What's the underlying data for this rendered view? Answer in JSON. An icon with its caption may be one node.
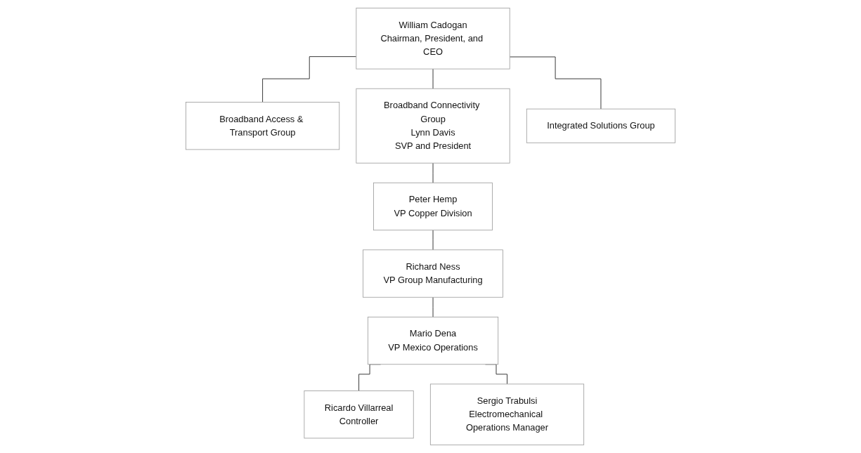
{
  "diagram": {
    "nodes": [
      {
        "text": [
          "William Cadogan",
          "Chairman, President, and CEO"
        ]
      },
      {
        "text": [
          "Broadband Access & Transport Group"
        ]
      },
      {
        "text": [
          "Broadband Connectivity Group",
          "Lynn Davis",
          "SVP and President"
        ]
      },
      {
        "text": [
          "Integrated Solutions Group"
        ]
      },
      {
        "text": [
          "Peter Hemp",
          "VP Copper Division"
        ]
      },
      {
        "text": [
          "Richard Ness",
          "VP Group Manufacturing"
        ]
      },
      {
        "text": [
          "Mario Dena",
          "VP Mexico Operations"
        ]
      },
      {
        "text": [
          "Ricardo Villarreal",
          "Controller"
        ]
      },
      {
        "text": [
          "Sergio Trabulsi",
          "Electromechanical Operations Manager"
        ]
      }
    ],
    "edges": [
      {
        "from": 0,
        "to": 1,
        "arrow": "none"
      },
      {
        "from": 0,
        "to": 2,
        "arrow": "none"
      },
      {
        "from": 0,
        "to": 3,
        "arrow": "none"
      },
      {
        "from": 2,
        "to": 4,
        "arrow": "none"
      },
      {
        "from": 4,
        "to": 5,
        "arrow": "none"
      },
      {
        "from": 5,
        "to": 6,
        "arrow": "none"
      },
      {
        "from": 6,
        "to": 7,
        "arrow": "none"
      },
      {
        "from": 6,
        "to": 8,
        "arrow": "none"
      }
    ]
  }
}
